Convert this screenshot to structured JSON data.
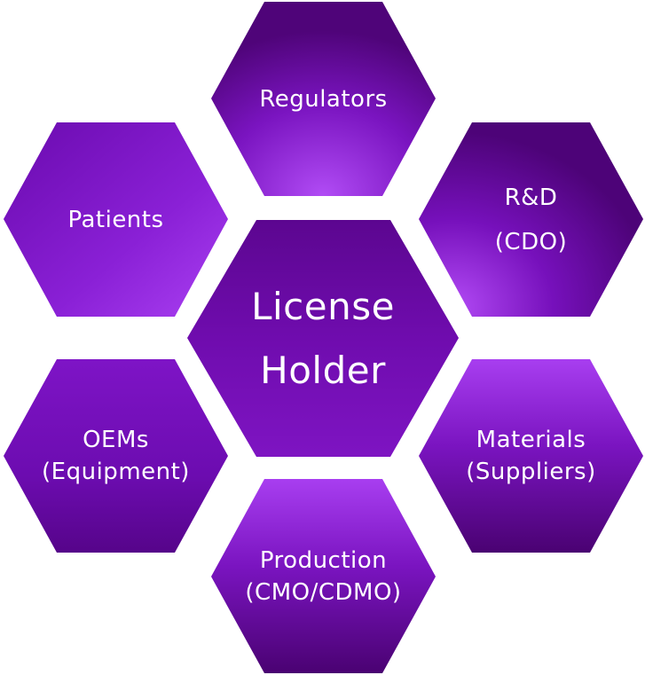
{
  "diagram": {
    "center": {
      "line1": "License",
      "line2": "Holder"
    },
    "nodes": {
      "regulators": {
        "line1": "Regulators"
      },
      "patients": {
        "line1": "Patients"
      },
      "rnd": {
        "line1": "R&D",
        "line2": "(CDO)"
      },
      "oems": {
        "line1": "OEMs",
        "line2": "(Equipment)"
      },
      "materials": {
        "line1": "Materials",
        "line2": "(Suppliers)"
      },
      "production": {
        "line1": "Production",
        "line2": "(CMO/CDMO)"
      }
    }
  },
  "colors": {
    "purple_dark": "#4a0072",
    "purple_mid": "#7510b8",
    "purple_light": "#a640ee",
    "text": "#ffffff"
  }
}
